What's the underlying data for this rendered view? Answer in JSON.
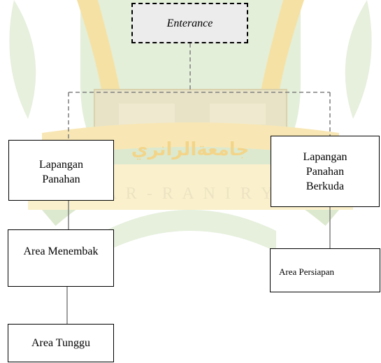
{
  "watermark": {
    "arabic_text": "جامعةالرانري",
    "latin_text": "A R - R A N I R Y",
    "color_gold": "#f3d58a",
    "color_green": "#d4e8c6"
  },
  "nodes": {
    "entrance": "Enterance",
    "panahan": [
      "Lapangan",
      "Panahan"
    ],
    "berkuda": [
      "Lapangan",
      "Panahan",
      "Berkuda"
    ],
    "menembak": "Area Menembak",
    "persiapan": "Area Persiapan",
    "tunggu": "Area Tunggu"
  },
  "connectors": {
    "dashed_color": "#7f7f7f",
    "solid_color": "#7f7f7f"
  }
}
